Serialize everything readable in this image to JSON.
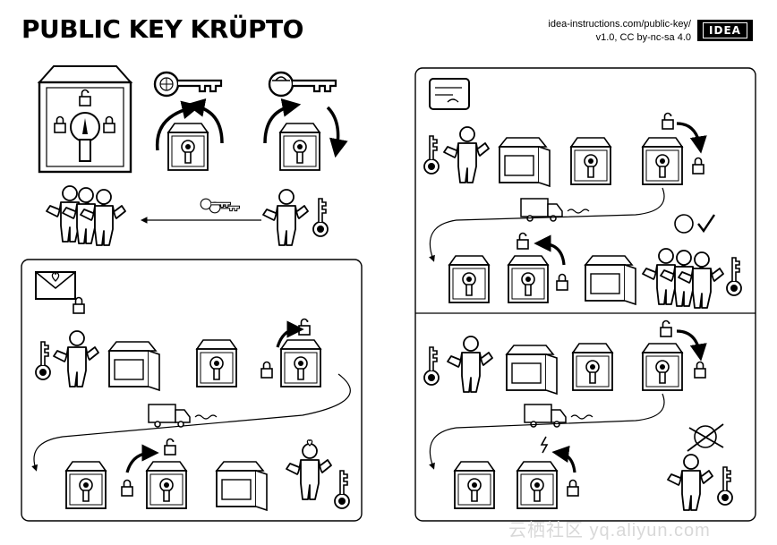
{
  "header": {
    "title": "PUBLIC KEY KRÜPTO",
    "url": "idea-instructions.com/public-key/",
    "version": "v1.0, CC by-nc-sa 4.0",
    "logo": "IDEA"
  },
  "watermark": "云栖社区 yq.aliyun.com",
  "icons": [
    "globe-key-icon",
    "cowboy-key-icon",
    "padlock-icon",
    "safe-icon",
    "figure-icon",
    "heart-letter-icon",
    "delivery-truck-icon",
    "document-scroll-icon",
    "checkmark-icon",
    "lightning-icon",
    "crossed-out-face-icon"
  ],
  "colors": {
    "ink": "#000000",
    "paper": "#ffffff",
    "watermark": "#d8d8d8"
  }
}
